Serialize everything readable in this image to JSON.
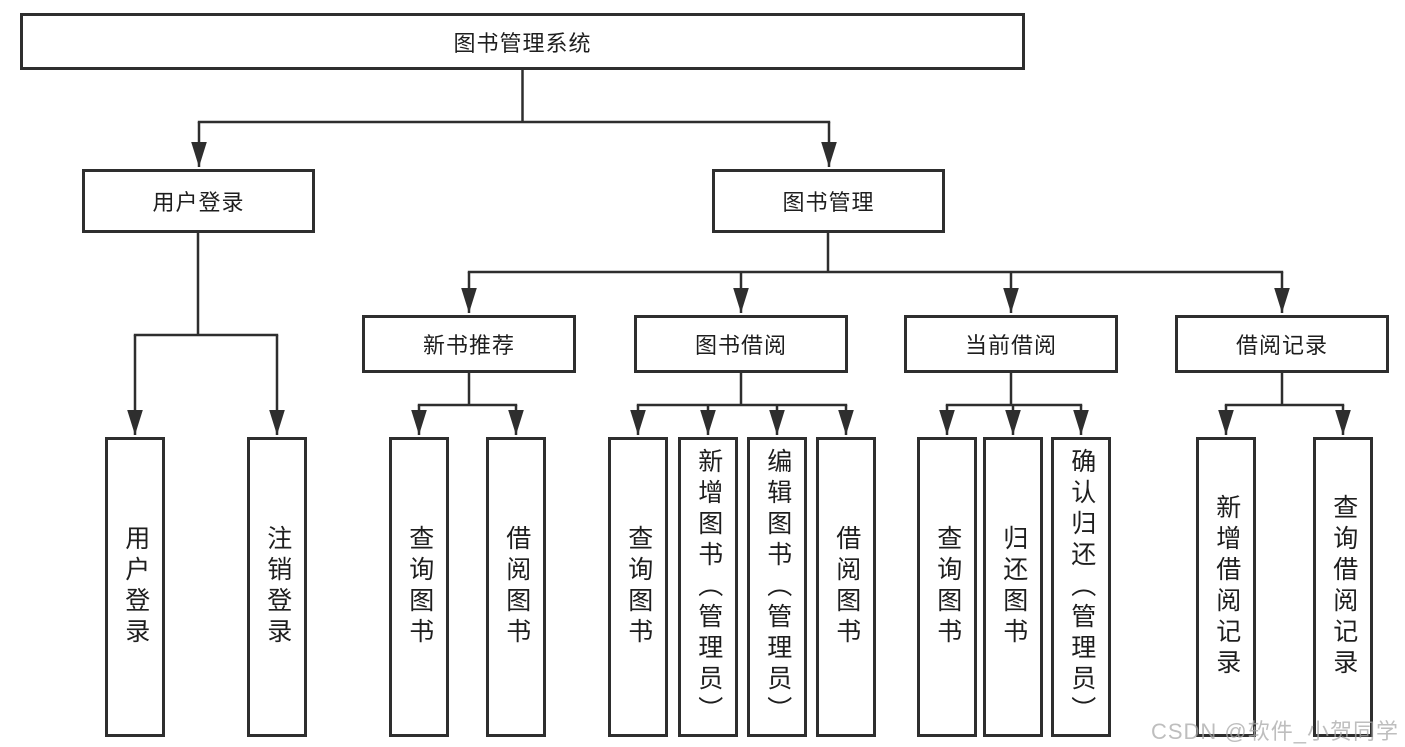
{
  "root": {
    "label": "图书管理系统"
  },
  "branches": {
    "user_login": {
      "label": "用户登录",
      "children": {
        "login": "用户登录",
        "logout": "注销登录"
      }
    },
    "book_management": {
      "label": "图书管理"
    }
  },
  "modules": {
    "new_book_recommend": {
      "label": "新书推荐",
      "children": {
        "query_book": "查询图书",
        "borrow_book": "借阅图书"
      }
    },
    "book_borrow": {
      "label": "图书借阅",
      "children": {
        "query_book": "查询图书",
        "add_book": "新增图书（管理员）",
        "edit_book": "编辑图书（管理员）",
        "borrow_book": "借阅图书"
      }
    },
    "current_borrow": {
      "label": "当前借阅",
      "children": {
        "query_book": "查询图书",
        "return_book": "归还图书",
        "confirm_return": "确认归还（管理员）"
      }
    },
    "borrow_records": {
      "label": "借阅记录",
      "children": {
        "add_record": "新增借阅记录",
        "query_record": "查询借阅记录"
      }
    }
  },
  "watermark": "CSDN @软件_小贺同学",
  "colors": {
    "line": "#2e2e2e",
    "text": "#1e1e1e",
    "background": "#ffffff",
    "watermark": "#a8a8a8"
  }
}
